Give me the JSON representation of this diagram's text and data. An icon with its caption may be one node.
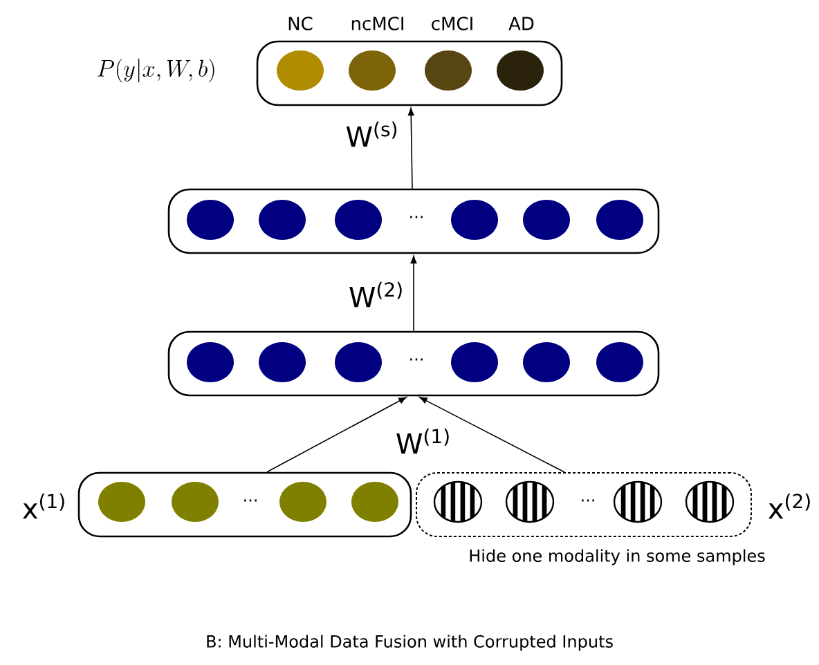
{
  "diagram": {
    "caption": "B: Multi-Modal Data Fusion with Corrupted Inputs",
    "nodes": [
      {
        "text": [],
        "shape": "box",
        "beside": [
          "P(y|x,W,b)"
        ]
      },
      {
        "text": [],
        "shape": "circle",
        "in": 0,
        "beside": [
          "NC"
        ]
      },
      {
        "text": [],
        "shape": "circle",
        "in": 0,
        "beside": [
          "ncMCI"
        ]
      },
      {
        "text": [],
        "shape": "circle",
        "in": 0,
        "beside": [
          "cMCI"
        ]
      },
      {
        "text": [],
        "shape": "circle",
        "in": 0,
        "beside": [
          "AD"
        ]
      },
      {
        "text": [
          "..."
        ]
      },
      {
        "text": [],
        "shape": "circle",
        "in": 5
      },
      {
        "text": [],
        "shape": "circle",
        "in": 5
      },
      {
        "text": [],
        "shape": "circle",
        "in": 5
      },
      {
        "text": [],
        "shape": "circle",
        "in": 5
      },
      {
        "text": [],
        "shape": "circle",
        "in": 5
      },
      {
        "text": [],
        "shape": "circle",
        "in": 5
      },
      {
        "text": [
          "..."
        ]
      },
      {
        "text": [],
        "shape": "circle",
        "in": 12
      },
      {
        "text": [],
        "shape": "circle",
        "in": 12
      },
      {
        "text": [],
        "shape": "circle",
        "in": 12
      },
      {
        "text": [],
        "shape": "circle",
        "in": 12
      },
      {
        "text": [],
        "shape": "circle",
        "in": 12
      },
      {
        "text": [],
        "shape": "circle",
        "in": 12
      },
      {
        "text": [
          "..."
        ],
        "beside": [
          "x$^{(1)}$"
        ]
      },
      {
        "text": [],
        "shape": "circle",
        "in": 19
      },
      {
        "text": [],
        "shape": "circle",
        "in": 19
      },
      {
        "text": [],
        "shape": "circle",
        "in": 19
      },
      {
        "text": [],
        "shape": "circle",
        "in": 19
      },
      {
        "text": [
          "..."
        ],
        "beside": [
          "x$^{(2)}$",
          "Hide one modality in some samples"
        ]
      },
      {
        "text": [],
        "shape": "circle",
        "in": 24
      },
      {
        "text": [],
        "shape": "circle",
        "in": 24
      },
      {
        "text": [],
        "shape": "circle",
        "in": 24
      },
      {
        "text": [],
        "shape": "circle",
        "in": 24
      }
    ],
    "edges": [
      {
        "from": 19,
        "to": 12,
        "arrow": "to",
        "label": "W$^{(1)}$"
      },
      {
        "from": 24,
        "to": 12,
        "arrow": "to"
      },
      {
        "from": 12,
        "to": 5,
        "arrow": "to",
        "label": "W$^{(2)}$"
      },
      {
        "from": 5,
        "to": 0,
        "arrow": "to",
        "label": "W$^{(s)}$"
      }
    ]
  }
}
